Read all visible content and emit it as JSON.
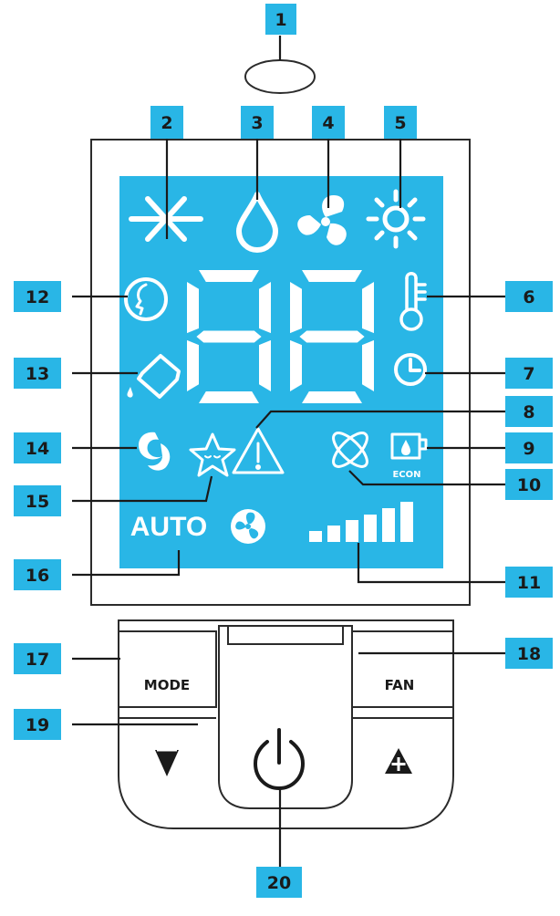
{
  "colors": {
    "callout": "#29b6e6",
    "lcd": "#29b6e6",
    "lcd_symbols": "#ffffff",
    "ink": "#1a1a1a"
  },
  "callouts": [
    "1",
    "2",
    "3",
    "4",
    "5",
    "6",
    "7",
    "8",
    "9",
    "10",
    "11",
    "12",
    "13",
    "14",
    "15",
    "16",
    "17",
    "18",
    "19",
    "20"
  ],
  "display": {
    "digits": "88",
    "auto_label": "AUTO",
    "econ_label": "ECON",
    "icons": [
      "snowflake-icon",
      "water-drop-icon",
      "fan-icon",
      "sun-icon",
      "thermometer-icon",
      "clock-icon",
      "warning-icon",
      "ionizer-icon",
      "econ-tank-icon",
      "face-icon",
      "bucket-icon",
      "swirl-icon",
      "sleep-star-icon",
      "fan-circle-icon",
      "signal-bars-icon"
    ]
  },
  "buttons": {
    "mode_label": "MODE",
    "fan_label": "FAN",
    "icons": [
      "power-icon",
      "down-triangle-icon",
      "up-triangle-plus-icon"
    ]
  }
}
